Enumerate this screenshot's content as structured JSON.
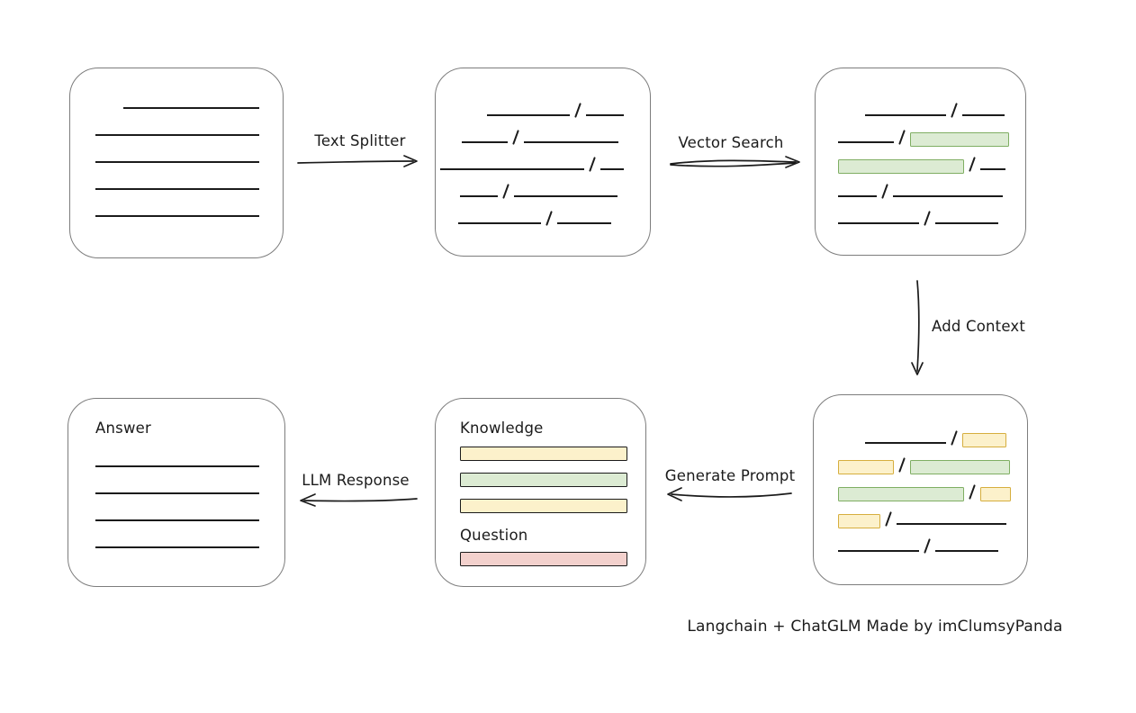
{
  "colors": {
    "line": "#1b1b1b",
    "box_border": "#7d7d7d",
    "green_fill": "#dcebd3",
    "green_border": "#7fae63",
    "yellow_fill": "#fcf1cb",
    "yellow_border": "#d6ae3e",
    "red_fill": "#f3d1cd",
    "red_border": "#b9564f"
  },
  "arrows": {
    "text_splitter": {
      "label": "Text Splitter"
    },
    "vector_search": {
      "label": "Vector Search"
    },
    "add_context": {
      "label": "Add Context"
    },
    "generate_prompt": {
      "label": "Generate Prompt"
    },
    "llm_response": {
      "label": "LLM Response"
    }
  },
  "caption": {
    "text": "Langchain + ChatGLM Made by imClumsyPanda"
  },
  "boxes": {
    "source_document": {
      "lines": [
        {
          "ml": 59,
          "w": 151
        },
        {
          "ml": 28,
          "w": 182
        },
        {
          "ml": 28,
          "w": 182
        },
        {
          "ml": 28,
          "w": 182
        },
        {
          "ml": 28,
          "w": 182
        }
      ]
    },
    "split_chunks": {
      "rows": [
        {
          "pad": 57,
          "segs": [
            {
              "t": "line",
              "w": 92
            },
            {
              "t": "slash"
            },
            {
              "t": "line",
              "w": 42
            }
          ]
        },
        {
          "pad": 29,
          "segs": [
            {
              "t": "line",
              "w": 51
            },
            {
              "t": "slash"
            },
            {
              "t": "line",
              "w": 105
            }
          ]
        },
        {
          "pad": 5,
          "segs": [
            {
              "t": "line",
              "w": 160
            },
            {
              "t": "slash"
            },
            {
              "t": "line",
              "w": 26
            }
          ]
        },
        {
          "pad": 27,
          "segs": [
            {
              "t": "line",
              "w": 42
            },
            {
              "t": "slash"
            },
            {
              "t": "line",
              "w": 115
            }
          ]
        },
        {
          "pad": 25,
          "segs": [
            {
              "t": "line",
              "w": 92
            },
            {
              "t": "slash"
            },
            {
              "t": "line",
              "w": 60
            }
          ]
        }
      ]
    },
    "vector_matches": {
      "rows": [
        {
          "pad": 55,
          "segs": [
            {
              "t": "line",
              "w": 90
            },
            {
              "t": "slash"
            },
            {
              "t": "line",
              "w": 47
            }
          ]
        },
        {
          "pad": 25,
          "segs": [
            {
              "t": "line",
              "w": 62
            },
            {
              "t": "slash"
            },
            {
              "t": "green",
              "w": 108
            }
          ]
        },
        {
          "pad": 25,
          "segs": [
            {
              "t": "green",
              "w": 138
            },
            {
              "t": "slash"
            },
            {
              "t": "line",
              "w": 28
            }
          ]
        },
        {
          "pad": 25,
          "segs": [
            {
              "t": "line",
              "w": 43
            },
            {
              "t": "slash"
            },
            {
              "t": "line",
              "w": 122
            }
          ]
        },
        {
          "pad": 25,
          "segs": [
            {
              "t": "line",
              "w": 90
            },
            {
              "t": "slash"
            },
            {
              "t": "line",
              "w": 70
            }
          ]
        }
      ]
    },
    "context_chunks": {
      "rows": [
        {
          "pad": 57,
          "segs": [
            {
              "t": "line",
              "w": 90
            },
            {
              "t": "slash"
            },
            {
              "t": "yellow",
              "w": 47
            }
          ]
        },
        {
          "pad": 27,
          "segs": [
            {
              "t": "yellow",
              "w": 60
            },
            {
              "t": "slash"
            },
            {
              "t": "green",
              "w": 109
            }
          ]
        },
        {
          "pad": 27,
          "segs": [
            {
              "t": "green",
              "w": 138
            },
            {
              "t": "slash"
            },
            {
              "t": "yellow",
              "w": 32
            }
          ]
        },
        {
          "pad": 27,
          "segs": [
            {
              "t": "yellow",
              "w": 45
            },
            {
              "t": "slash"
            },
            {
              "t": "line",
              "w": 122
            }
          ]
        },
        {
          "pad": 27,
          "segs": [
            {
              "t": "line",
              "w": 90
            },
            {
              "t": "slash"
            },
            {
              "t": "line",
              "w": 70
            }
          ]
        }
      ]
    },
    "prompt": {
      "knowledge_label": "Knowledge",
      "question_label": "Question",
      "knowledge_bars": [
        "yellow",
        "green",
        "yellow"
      ],
      "question_bars": [
        "red"
      ]
    },
    "answer": {
      "label": "Answer",
      "lines": [
        {
          "ml": 0,
          "w": 182
        },
        {
          "ml": 0,
          "w": 182
        },
        {
          "ml": 0,
          "w": 182
        },
        {
          "ml": 0,
          "w": 182
        }
      ]
    }
  }
}
